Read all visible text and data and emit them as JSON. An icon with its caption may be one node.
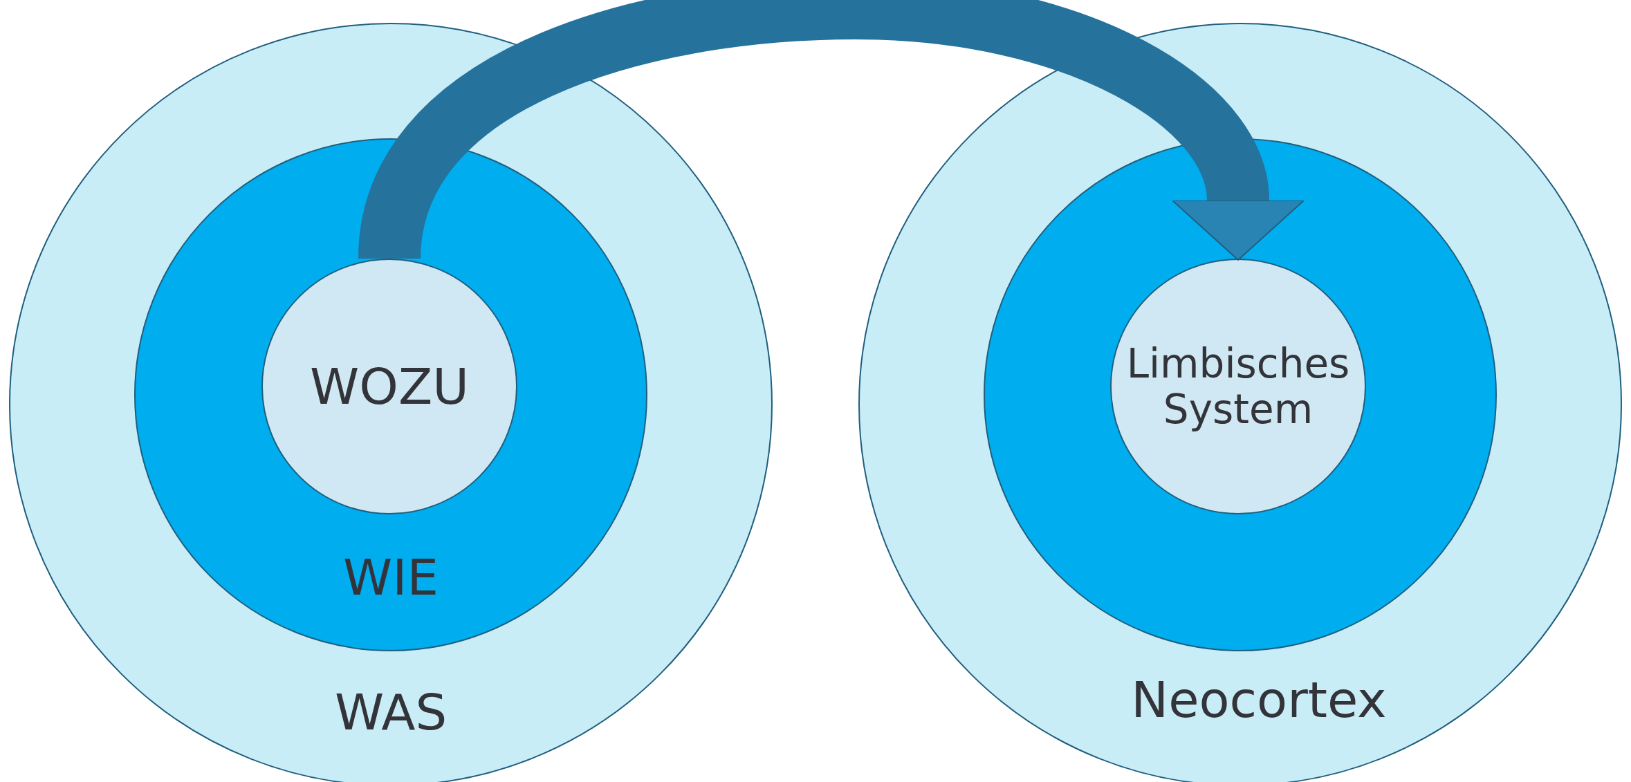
{
  "diagram": {
    "nodes": [
      {
        "text": [
          "WAS"
        ]
      },
      {
        "text": [
          "WIE"
        ],
        "in": 0
      },
      {
        "text": [
          "WOZU"
        ],
        "in": 1
      },
      {
        "text": [
          "Neocortex"
        ]
      },
      {
        "text": [],
        "shape": "circle",
        "in": 3
      },
      {
        "text": [
          "Limbisches System"
        ],
        "in": 4
      }
    ],
    "edges": [
      {
        "from": 2,
        "to": 5,
        "arrow": "to"
      }
    ]
  }
}
